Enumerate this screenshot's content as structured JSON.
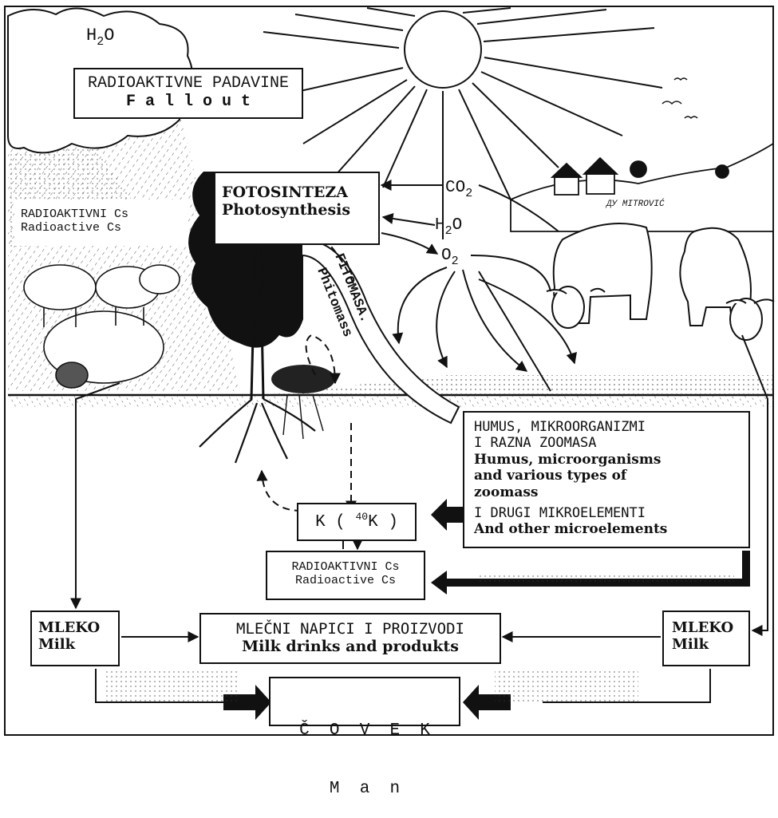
{
  "clouds": {
    "h2o_main": "H",
    "h2o_sub": "2",
    "h2o_tail": "O"
  },
  "boxes": {
    "fallout": {
      "line1": "RADIOAKTIVNE PADAVINE",
      "line2": "F a l l o u t"
    },
    "photosynthesis": {
      "line1": "FOTOSINTEZA",
      "line2": "Photosynthesis"
    },
    "radio_cs_left": {
      "line1": "RADIOAKTIVNI Cs",
      "line2": "Radioactive  Cs"
    },
    "humus": {
      "line1": "HUMUS, MIKROORGANIZMI",
      "line2": "I RAZNA ZOOMASA",
      "line3": "Humus, microorganisms",
      "line4": "and various types of",
      "line5": "zoomass",
      "line6": "I DRUGI MIKROELEMENTI",
      "line7": "And other microelements"
    },
    "potassium": {
      "pre": "K ( ",
      "sup": "40",
      "post": "K )"
    },
    "radio_cs_bottom": {
      "line1": "RADIOAKTIVNI Cs",
      "line2": "Radioactive  Cs"
    },
    "milk_left": {
      "line1": "MLEKO",
      "line2": "Milk"
    },
    "milk_right": {
      "line1": "MLEKO",
      "line2": "Milk"
    },
    "milk_drinks": {
      "line1": "MLEČNI NAPICI I PROIZVODI",
      "line2": "Milk drinks and produkts"
    },
    "man": {
      "line1": "Č  O  V  E  K",
      "line2": "M  a  n"
    }
  },
  "gases": {
    "co2": {
      "main": "CO",
      "sub": "2"
    },
    "h2o": {
      "main": "H",
      "sub": "2",
      "tail": "O"
    },
    "o2": {
      "main": "O",
      "sub": "2"
    }
  },
  "phytomass": {
    "sr": "FITOMASA.",
    "en": "Phitomass"
  },
  "signature": "ДУ MITROVIĆ"
}
